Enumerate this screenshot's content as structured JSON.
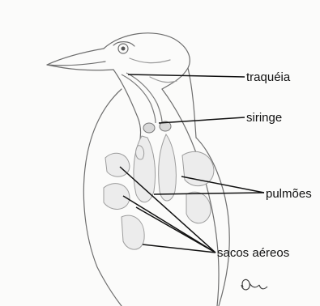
{
  "labels": {
    "traqueia": "traquéia",
    "siringe": "siringe",
    "pulmoes": "pulmões",
    "sacos_aereos": "sacos aéreos"
  }
}
